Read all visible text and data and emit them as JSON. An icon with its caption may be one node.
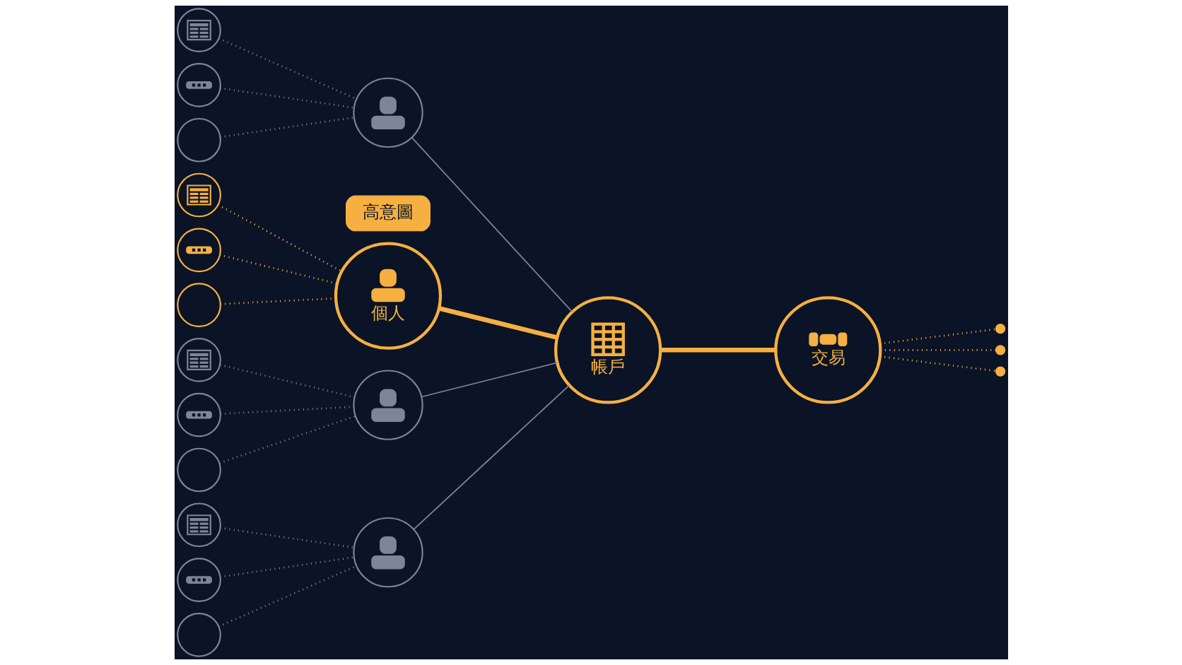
{
  "diagram": {
    "nodes": [
      {
        "text": [],
        "shape": "window"
      },
      {
        "text": [],
        "shape": "chat"
      },
      {
        "text": [],
        "shape": "circle"
      },
      {
        "text": [],
        "shape": "person"
      },
      {
        "text": [],
        "shape": "window"
      },
      {
        "text": [],
        "shape": "chat"
      },
      {
        "text": [],
        "shape": "circle"
      },
      {
        "text": [
          "高意圖"
        ]
      },
      {
        "text": [
          "個人"
        ]
      },
      {
        "text": [
          "帳戶"
        ]
      },
      {
        "text": [
          "交易"
        ]
      },
      {
        "text": [],
        "shape": "window"
      },
      {
        "text": [],
        "shape": "chat"
      },
      {
        "text": [],
        "shape": "circle"
      },
      {
        "text": [],
        "shape": "person"
      },
      {
        "text": [],
        "shape": "window"
      },
      {
        "text": [],
        "shape": "chat"
      },
      {
        "text": [],
        "shape": "circle"
      },
      {
        "text": [],
        "shape": "person"
      }
    ],
    "edges": [
      {
        "from": 0,
        "to": 3,
        "arrow": "none",
        "style": "dashed"
      },
      {
        "from": 1,
        "to": 3,
        "arrow": "none",
        "style": "dashed"
      },
      {
        "from": 2,
        "to": 3,
        "arrow": "none",
        "style": "dashed"
      },
      {
        "from": 3,
        "to": 9,
        "arrow": "none"
      },
      {
        "from": 4,
        "to": 8,
        "arrow": "none",
        "style": "dashed",
        "color": "#f5b041"
      },
      {
        "from": 5,
        "to": 8,
        "arrow": "none",
        "style": "dashed",
        "color": "#f5b041"
      },
      {
        "from": 6,
        "to": 8,
        "arrow": "none",
        "style": "dashed",
        "color": "#f5b041"
      },
      {
        "from": 8,
        "to": 9,
        "arrow": "none",
        "style": "thick",
        "color": "#f5b041"
      },
      {
        "from": 9,
        "to": 10,
        "arrow": "none",
        "style": "thick",
        "color": "#f5b041"
      },
      {
        "from": 10,
        "to": null,
        "arrow": "other",
        "style": "dashed",
        "color": "#f5b041"
      },
      {
        "from": 10,
        "to": null,
        "arrow": "other",
        "style": "dashed",
        "color": "#f5b041"
      },
      {
        "from": 10,
        "to": null,
        "arrow": "other",
        "style": "dashed",
        "color": "#f5b041"
      },
      {
        "from": 11,
        "to": 14,
        "arrow": "none",
        "style": "dashed"
      },
      {
        "from": 12,
        "to": 14,
        "arrow": "none",
        "style": "dashed"
      },
      {
        "from": 13,
        "to": 14,
        "arrow": "none",
        "style": "dashed"
      },
      {
        "from": 14,
        "to": 9,
        "arrow": "none"
      },
      {
        "from": 15,
        "to": 18,
        "arrow": "none",
        "style": "dashed"
      },
      {
        "from": 16,
        "to": 18,
        "arrow": "none",
        "style": "dashed"
      },
      {
        "from": 17,
        "to": 18,
        "arrow": "none",
        "style": "dashed"
      },
      {
        "from": 18,
        "to": 9,
        "arrow": "none"
      }
    ]
  }
}
